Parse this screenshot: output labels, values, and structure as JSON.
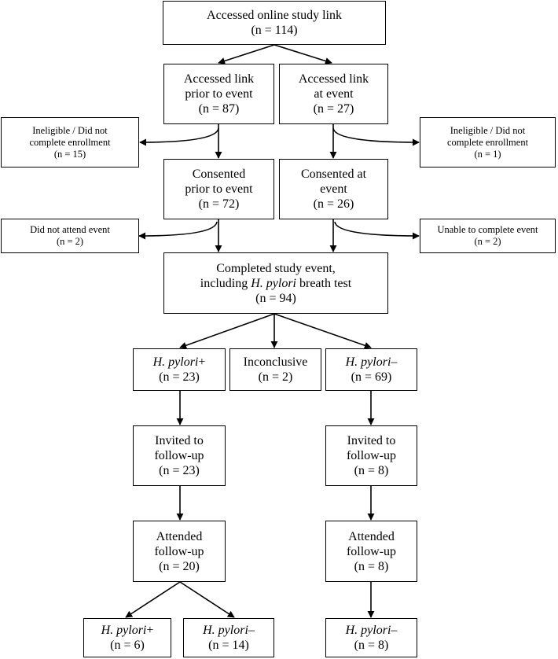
{
  "nodes": {
    "accessed": {
      "line1": "Accessed online study link",
      "line2": "(n = 114)"
    },
    "prior_link": {
      "line1": "Accessed link",
      "line2": "prior to event",
      "line3": "(n = 87)"
    },
    "at_link": {
      "line1": "Accessed link",
      "line2": "at event",
      "line3": "(n = 27)"
    },
    "inelig_left": {
      "line1": "Ineligible / Did not",
      "line2": "complete enrollment",
      "line3": "(n = 15)"
    },
    "inelig_right": {
      "line1": "Ineligible / Did not",
      "line2": "complete enrollment",
      "line3": "(n = 1)"
    },
    "consent_prior": {
      "line1": "Consented",
      "line2": "prior to event",
      "line3": "(n = 72)"
    },
    "consent_at": {
      "line1": "Consented at",
      "line2": "event",
      "line3": "(n = 26)"
    },
    "no_attend": {
      "line1": "Did not attend event",
      "line2": "(n = 2)"
    },
    "unable": {
      "line1": "Unable to complete event",
      "line2": "(n = 2)"
    },
    "completed": {
      "line1": "Completed study event,",
      "line2_pre": "including ",
      "line2_italic": "H. pylori",
      "line2_post": " breath test",
      "line3": "(n = 94)"
    },
    "hp_pos": {
      "italic": "H. pylori",
      "sign": "+",
      "count": "(n = 23)"
    },
    "inconclusive": {
      "line1": "Inconclusive",
      "line2": "(n = 2)"
    },
    "hp_neg": {
      "italic": "H. pylori",
      "sign": "–",
      "count": "(n = 69)"
    },
    "invited_pos": {
      "line1": "Invited to",
      "line2": "follow-up",
      "line3": "(n = 23)"
    },
    "invited_neg": {
      "line1": "Invited to",
      "line2": "follow-up",
      "line3": "(n = 8)"
    },
    "attended_pos": {
      "line1": "Attended",
      "line2": "follow-up",
      "line3": "(n = 20)"
    },
    "attended_neg": {
      "line1": "Attended",
      "line2": "follow-up",
      "line3": "(n = 8)"
    },
    "final_pos": {
      "italic": "H. pylori",
      "sign": "+",
      "count": "(n = 6)"
    },
    "final_neg_mid": {
      "italic": "H. pylori",
      "sign": "–",
      "count": "(n = 14)"
    },
    "final_neg_right": {
      "italic": "H. pylori",
      "sign": "–",
      "count": "(n = 8)"
    }
  }
}
